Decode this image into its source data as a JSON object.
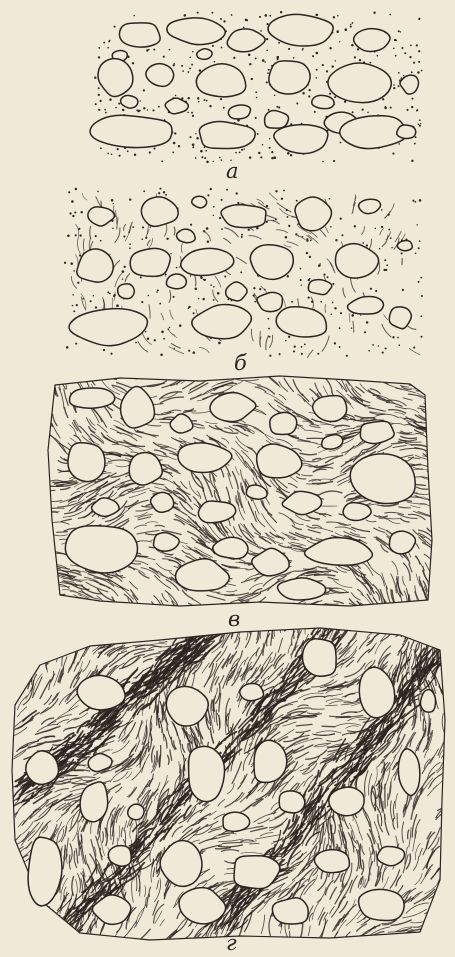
{
  "figure": {
    "panels": [
      {
        "label": "а"
      },
      {
        "label": "б"
      },
      {
        "label": "в"
      },
      {
        "label": "г"
      }
    ]
  },
  "colors": {
    "paper": "#efe9d8",
    "ink": "#2a2520"
  }
}
